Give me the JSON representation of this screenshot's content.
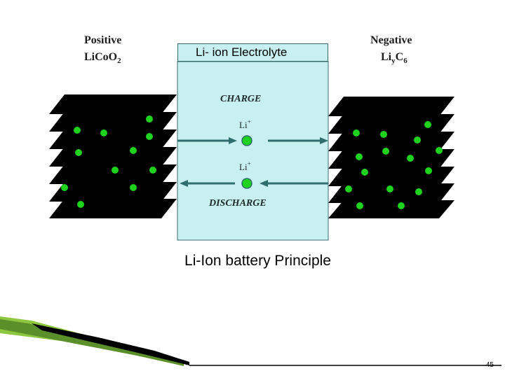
{
  "positive": {
    "label": "Positive",
    "formula_base": "LiCoO",
    "formula_sub": "2"
  },
  "negative": {
    "label": "Negative",
    "formula_base": "Li",
    "formula_sub1": "y",
    "formula_mid": "C",
    "formula_sub2": "6"
  },
  "electrolyte": {
    "title": "Li- ion Electrolyte",
    "charge_label": "CHARGE",
    "discharge_label": "DISCHARGE",
    "ion_label": "Li",
    "ion_charge": "+"
  },
  "caption": "Li-Ion battery Principle",
  "page_number": "45",
  "colors": {
    "electrolyte_fill": "#c8f0f0",
    "electrode_fill": "#000000",
    "lithium_dot": "#1ed21e",
    "arrow": "#2f6e6e",
    "accent_green": "#8dc63f"
  }
}
